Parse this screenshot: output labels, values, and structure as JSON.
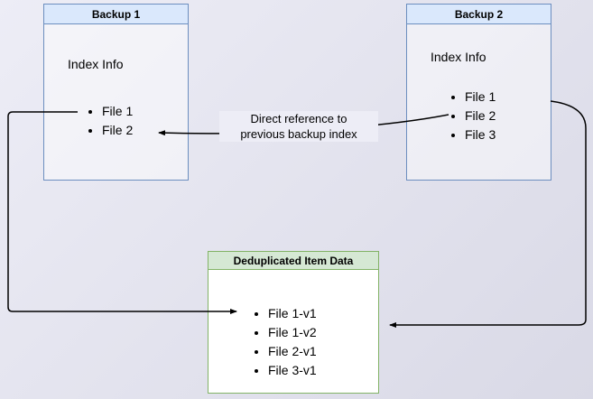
{
  "backup1": {
    "title": "Backup 1",
    "subtitle": "Index Info",
    "files": [
      "File 1",
      "File 2"
    ]
  },
  "backup2": {
    "title": "Backup 2",
    "subtitle": "Index Info",
    "files": [
      "File 1",
      "File 2",
      "File 3"
    ]
  },
  "dedup": {
    "title": "Deduplicated Item Data",
    "files": [
      "File 1-v1",
      "File 1-v2",
      "File 2-v1",
      "File 3-v1"
    ]
  },
  "annotation": "Direct reference to\nprevious backup index",
  "colors": {
    "blue_fill": "#dae8fc",
    "blue_border": "#6c8ebf",
    "green_fill": "#d5e8d4",
    "green_border": "#82b366",
    "arrow": "#000000"
  }
}
